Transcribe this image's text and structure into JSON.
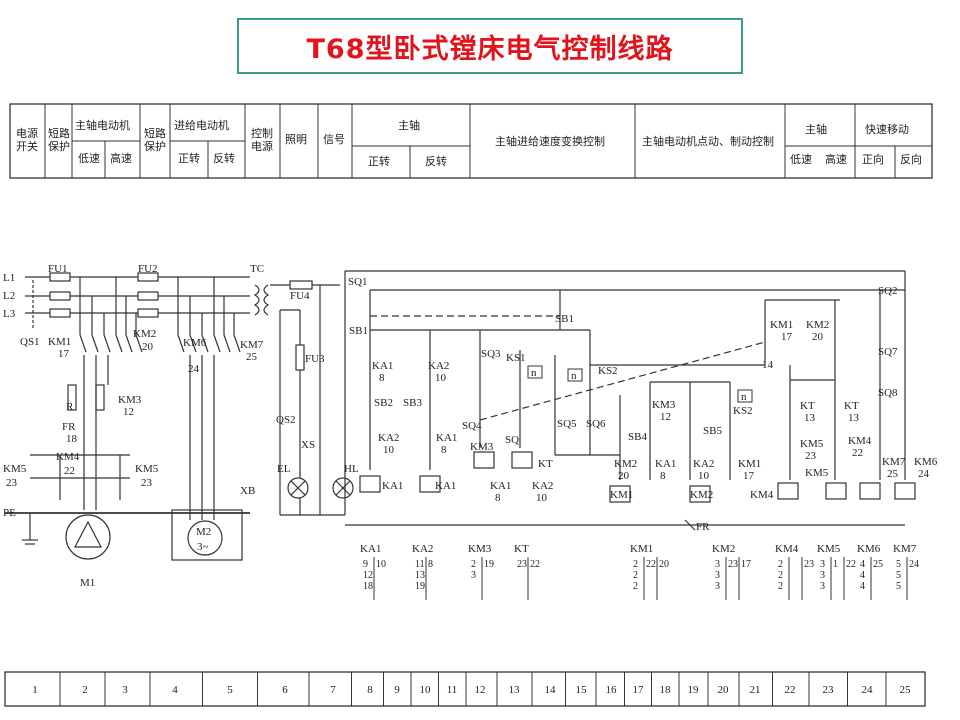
{
  "title": "T68型卧式镗床电气控制线路",
  "header_table": {
    "cells": [
      "电源开关",
      "短路保护",
      "主轴电动机",
      "低速",
      "高速",
      "短路保护",
      "进给电动机",
      "正转",
      "反转",
      "控制电源",
      "照明",
      "信号",
      "主轴",
      "正转",
      "反转",
      "主轴进给速度变换控制",
      "主轴电动机点动、制动控制",
      "主轴",
      "低速",
      "高速",
      "快速移动",
      "正向",
      "反向"
    ]
  },
  "diagram": {
    "labels": [
      "L1",
      "L2",
      "L3",
      "FU1",
      "FU2",
      "TC",
      "FU4",
      "SQ1",
      "SQ2",
      "SB1",
      "SB1",
      "QS1",
      "KM1",
      "17",
      "KM2",
      "20",
      "KM6",
      "24",
      "KM7",
      "25",
      "FU3",
      "KM1",
      "17",
      "KM2",
      "20",
      "SQ7",
      "14",
      "SQ3",
      "KA1",
      "8",
      "KA2",
      "10",
      "KS1",
      "KS2",
      "R",
      "KM3",
      "12",
      "SB2",
      "SB3",
      "QS2",
      "KM3",
      "12",
      "KS2",
      "SQ8",
      "KT",
      "13",
      "KT",
      "13",
      "FR",
      "18",
      "SQ4",
      "SQ",
      "SQ5",
      "SQ6",
      "SB4",
      "SB5",
      "XS",
      "KA2",
      "10",
      "KA1",
      "8",
      "KM3",
      "KM4",
      "22",
      "KM5",
      "23",
      "KM5",
      "23",
      "EL",
      "HL",
      "KT",
      "KM2",
      "20",
      "KA1",
      "8",
      "KA2",
      "10",
      "KM1",
      "17",
      "KM5",
      "23",
      "KM4",
      "22",
      "KM7",
      "25",
      "KM6",
      "24",
      "KA1",
      "KA1",
      "KA1",
      "8",
      "KA2",
      "10",
      "KM1",
      "KM2",
      "KM4",
      "KM5",
      "XB",
      "PE",
      "M2",
      "3~",
      "M1",
      "FR",
      "n",
      "n",
      "n"
    ]
  },
  "contact_table": [
    {
      "name": "KA1",
      "cols": [
        [
          "9",
          "12",
          "18"
        ],
        [
          "10"
        ]
      ]
    },
    {
      "name": "KA2",
      "cols": [
        [
          "11",
          "13",
          "19"
        ],
        [
          "8"
        ]
      ]
    },
    {
      "name": "KM3",
      "cols": [
        [
          "2",
          "3"
        ],
        [
          "19"
        ]
      ]
    },
    {
      "name": "KT",
      "cols": [
        [
          "23"
        ],
        [
          "22"
        ]
      ]
    },
    {
      "name": "KM1",
      "cols": [
        [
          "2",
          "2",
          "2"
        ],
        [
          "22"
        ],
        [
          "20"
        ]
      ]
    },
    {
      "name": "KM2",
      "cols": [
        [
          "3",
          "3",
          "3"
        ],
        [
          "23"
        ],
        [
          "17"
        ]
      ]
    },
    {
      "name": "KM4",
      "cols": [
        [
          "2",
          "2",
          "2"
        ],
        [],
        [
          "23"
        ]
      ]
    },
    {
      "name": "KM5",
      "cols": [
        [
          "3",
          "3",
          "3"
        ],
        [
          "1"
        ],
        [
          "22"
        ]
      ]
    },
    {
      "name": "KM6",
      "cols": [
        [
          "4",
          "4",
          "4"
        ],
        [
          "25"
        ]
      ]
    },
    {
      "name": "KM7",
      "cols": [
        [
          "5",
          "5",
          "5"
        ],
        [
          "24"
        ]
      ]
    }
  ],
  "column_numbers": [
    "1",
    "2",
    "3",
    "4",
    "5",
    "6",
    "7",
    "8",
    "9",
    "10",
    "11",
    "12",
    "13",
    "14",
    "15",
    "16",
    "17",
    "18",
    "19",
    "20",
    "21",
    "22",
    "23",
    "24",
    "25"
  ]
}
